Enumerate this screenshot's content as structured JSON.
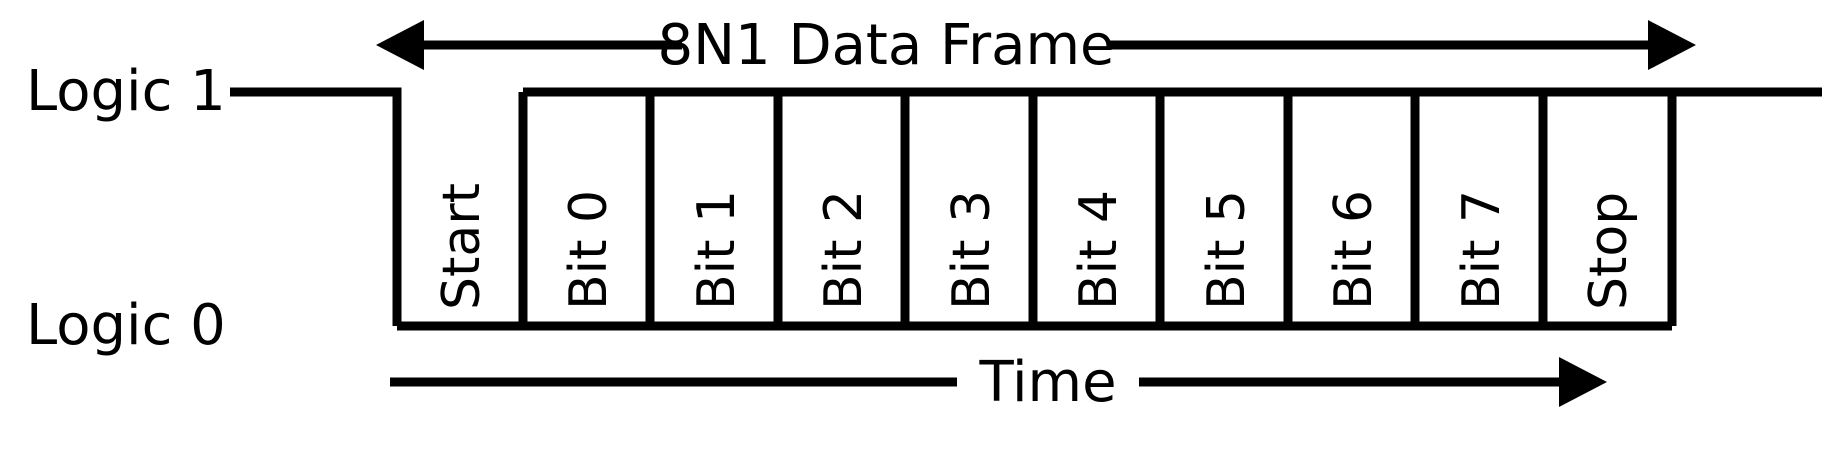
{
  "diagram": {
    "type": "uart-timing-waveform",
    "title": "8N1 Data Frame",
    "time_axis_label": "Time",
    "logic_high_label": "Logic 1",
    "logic_low_label": "Logic 0",
    "colors": {
      "stroke": "#000000",
      "background": "#ffffff"
    },
    "cells": [
      {
        "label": "Start",
        "level": "low"
      },
      {
        "label": "Bit 0",
        "level": "high"
      },
      {
        "label": "Bit 1",
        "level": "high"
      },
      {
        "label": "Bit 2",
        "level": "high"
      },
      {
        "label": "Bit 3",
        "level": "high"
      },
      {
        "label": "Bit 4",
        "level": "high"
      },
      {
        "label": "Bit 5",
        "level": "high"
      },
      {
        "label": "Bit 6",
        "level": "high"
      },
      {
        "label": "Bit 7",
        "level": "high"
      },
      {
        "label": "Stop",
        "level": "high"
      }
    ],
    "frame_arrow": {
      "left_head": true,
      "right_head": true
    },
    "time_arrow": {
      "left_head": false,
      "right_head": true
    }
  }
}
